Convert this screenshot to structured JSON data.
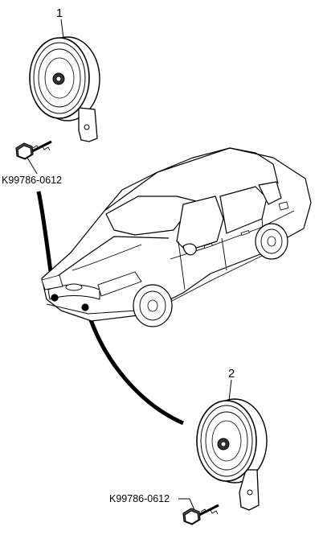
{
  "callouts": {
    "item1": "1",
    "item2": "2"
  },
  "part_numbers": {
    "bolt_upper": "K99786-0612",
    "bolt_lower": "K99786-0612"
  },
  "icons": [
    "horn-icon",
    "bolt-icon",
    "car-icon"
  ]
}
